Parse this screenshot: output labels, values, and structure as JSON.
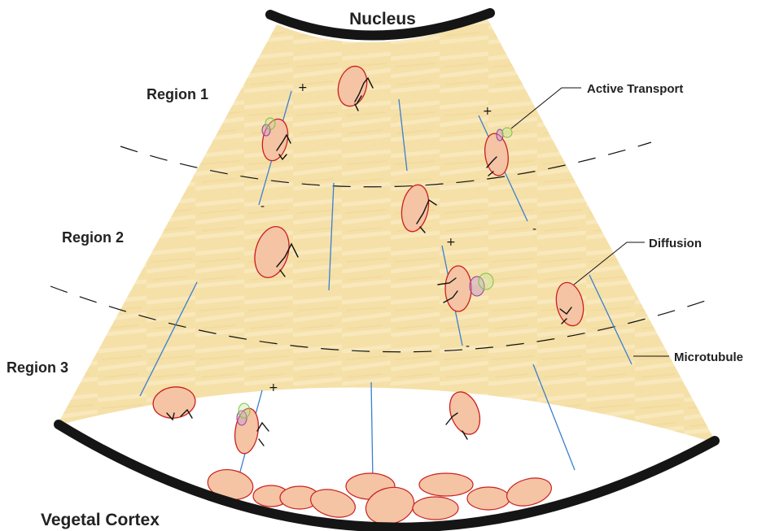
{
  "labels": {
    "nucleus": "Nucleus",
    "region_1": "Region 1",
    "region_2": "Region 2",
    "region_3": "Region 3",
    "active_transport": "Active Transport",
    "diffusion": "Diffusion",
    "microtubule": "Microtubule",
    "vegetal_cortex": "Vegetal Cortex"
  },
  "polarity": {
    "plus": "+",
    "minus": "-"
  },
  "colors": {
    "cytoplasm": "#f5e0a8",
    "nucleus_band": "#151515",
    "cortex_band": "#151515",
    "microtubule": "#3a7fd0",
    "organelle_fill": "#f4c4a4",
    "organelle_outline": "#cc1f1f",
    "motor_green": "#7fbf3f",
    "motor_purple": "#8e3fa0"
  }
}
